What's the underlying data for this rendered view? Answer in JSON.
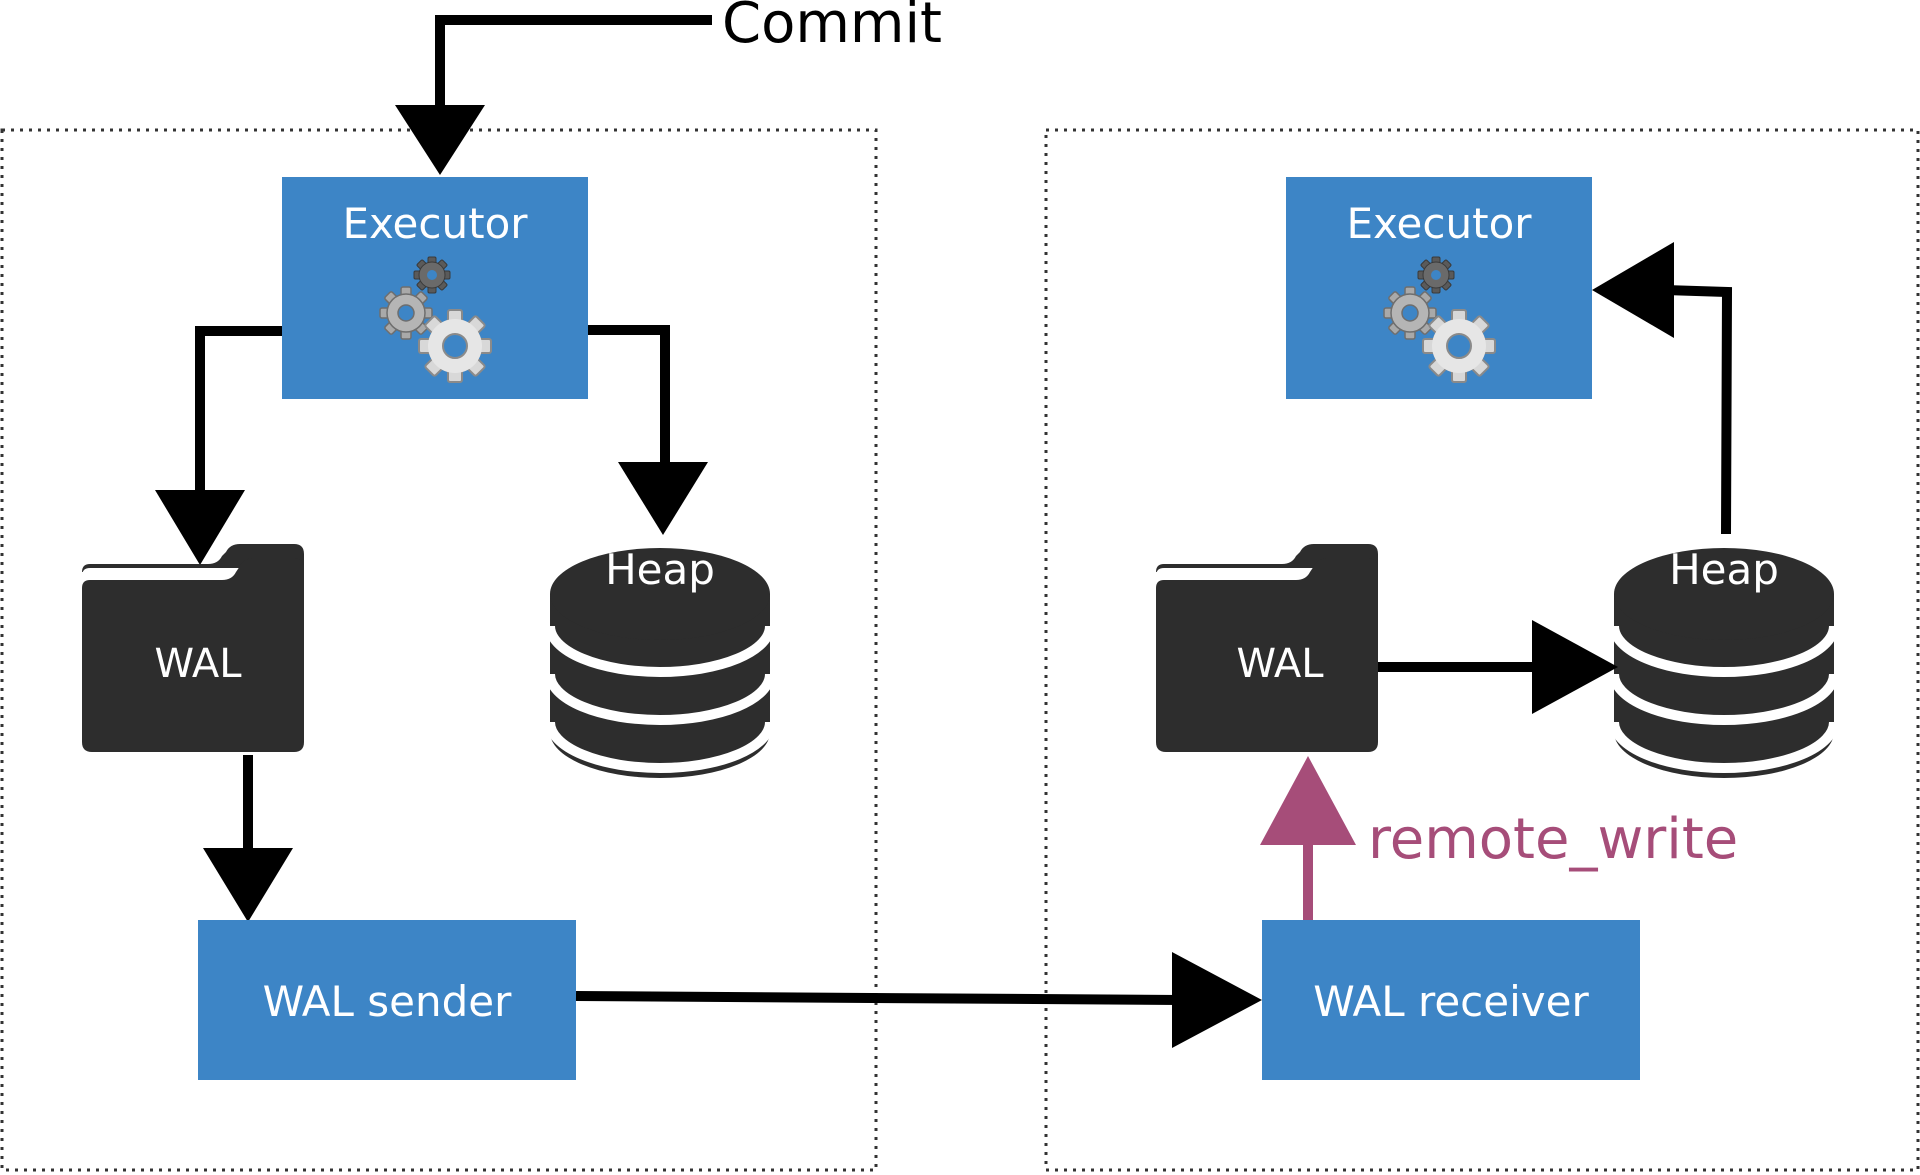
{
  "trigger": {
    "label": "Commit"
  },
  "primary": {
    "executor": {
      "label": "Executor",
      "icon": "gears-icon"
    },
    "wal": {
      "label": "WAL",
      "icon": "folder-icon"
    },
    "heap": {
      "label": "Heap",
      "icon": "database-icon"
    },
    "wal_sender": {
      "label": "WAL sender"
    }
  },
  "standby": {
    "executor": {
      "label": "Executor",
      "icon": "gears-icon"
    },
    "wal": {
      "label": "WAL",
      "icon": "folder-icon"
    },
    "heap": {
      "label": "Heap",
      "icon": "database-icon"
    },
    "wal_receiver": {
      "label": "WAL receiver"
    }
  },
  "annotations": {
    "remote_write": "remote_write"
  },
  "colors": {
    "box": "#3d85c6",
    "box_text": "#ffffff",
    "dark_shape": "#2d2d2d",
    "arrow": "#000000",
    "highlight": "#a64d79",
    "container_border": "#333333"
  }
}
